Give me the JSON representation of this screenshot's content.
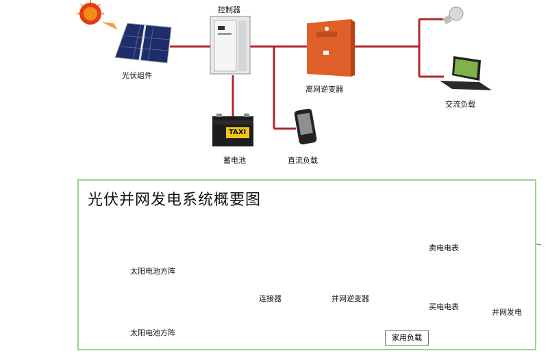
{
  "top_diagram": {
    "solar_module": "光伏组件",
    "controller": "控制器",
    "battery": "蓄电池",
    "battery_brand": "TAXI",
    "dc_load": "直流负载",
    "offgrid_inverter": "离网逆变器",
    "ac_load": "交流负载"
  },
  "bottom_diagram": {
    "title": "光伏并网发电系统概要图",
    "array_1": "太阳电池方阵",
    "array_2": "太阳电池方阵",
    "connector": "连接器",
    "grid_inverter": "并网逆变器",
    "sell_meter": "卖电电表",
    "buy_meter": "买电电表",
    "household_load": "家用负载",
    "grid_power": "并网发电"
  },
  "colors": {
    "wire": "#b3262b",
    "inverter_orange": "#e0602a",
    "flow_green": "#2f9a3a",
    "flow_blue": "#4da3d8",
    "panel_border": "#9ad28f"
  }
}
